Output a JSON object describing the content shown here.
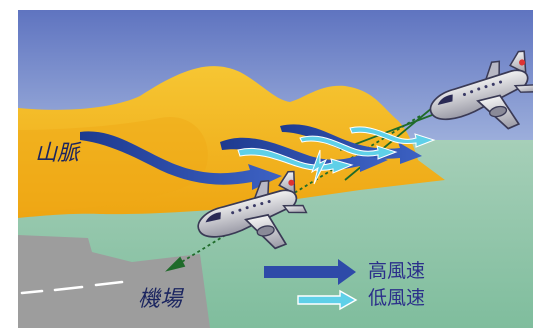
{
  "labels": {
    "mountain_range": "山脈",
    "airport": "機場"
  },
  "legend": {
    "high_wind_speed": "高風速",
    "low_wind_speed": "低風速"
  },
  "colors": {
    "sky": "#6f87c8",
    "mountain": "#f2b81e",
    "sea": "#97c7ae",
    "land": "#9c9c9c",
    "high_wind_arrow": "#2e4aa8",
    "low_wind_arrow": "#5fd0e8",
    "flight_path": "#1f6b2a",
    "label_text": "#1b2560"
  },
  "icons": [
    "airplane-icon",
    "airplane-icon"
  ]
}
